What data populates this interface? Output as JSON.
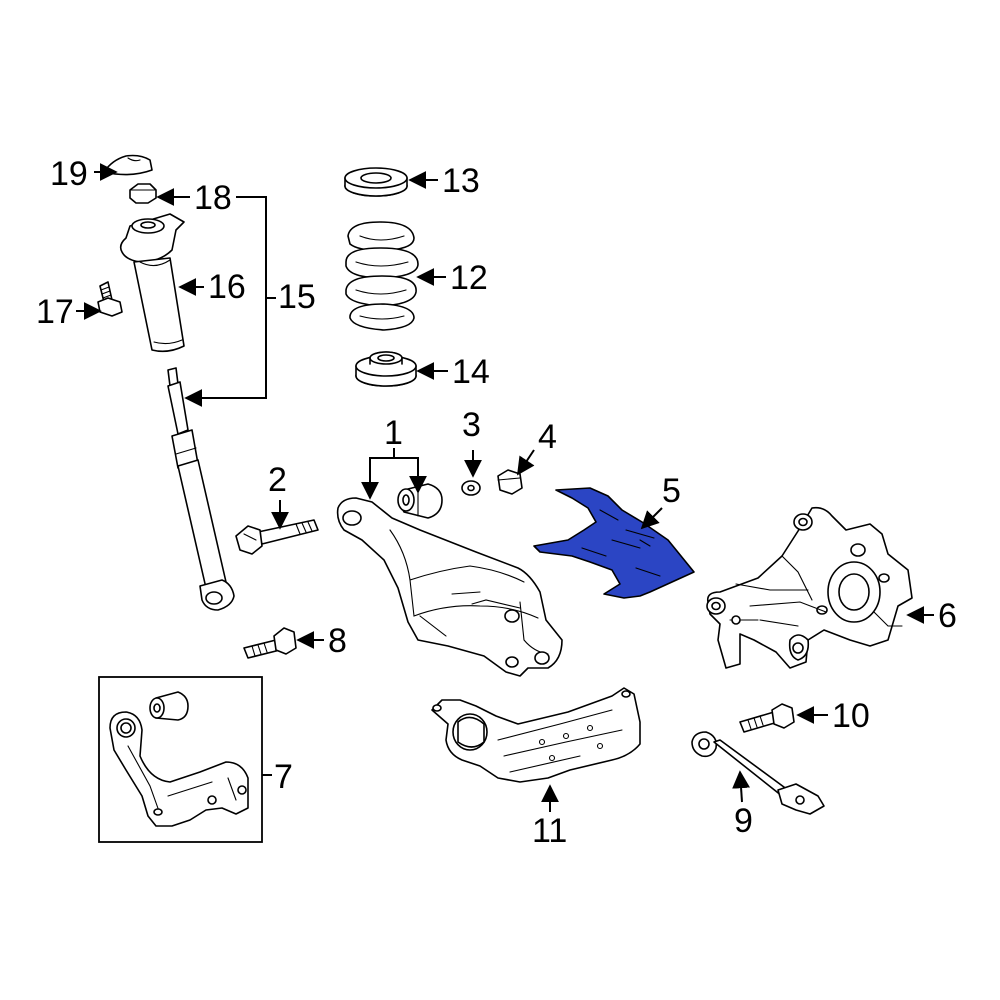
{
  "diagram": {
    "highlight_color": "#2b45c4",
    "highlighted_part": "5",
    "callouts": [
      "1",
      "2",
      "3",
      "4",
      "5",
      "6",
      "7",
      "8",
      "9",
      "10",
      "11",
      "12",
      "13",
      "14",
      "15",
      "16",
      "17",
      "18",
      "19"
    ]
  }
}
